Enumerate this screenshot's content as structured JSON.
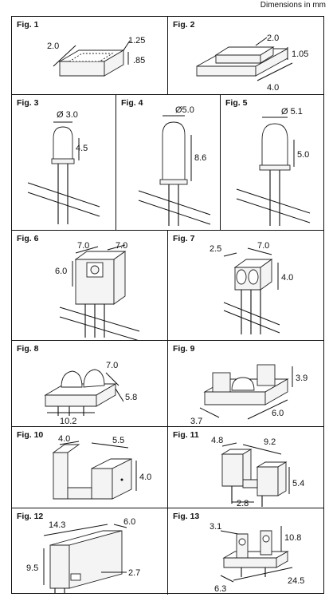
{
  "header": "Dimensions in mm",
  "figures": [
    {
      "label": "Fig. 1",
      "dims": [
        "2.0",
        "1.25",
        ".85"
      ]
    },
    {
      "label": "Fig. 2",
      "dims": [
        "2.0",
        "1.05",
        "4.0"
      ]
    },
    {
      "label": "Fig. 3",
      "dims": [
        "Ø 3.0",
        "4.5"
      ]
    },
    {
      "label": "Fig. 4",
      "dims": [
        "Ø5.0",
        "8.6"
      ]
    },
    {
      "label": "Fig. 5",
      "dims": [
        "Ø 5.1",
        "5.0"
      ]
    },
    {
      "label": "Fig. 6",
      "dims": [
        "7.0",
        "7.0",
        "6.0"
      ]
    },
    {
      "label": "Fig. 7",
      "dims": [
        "2.5",
        "7.0",
        "4.0"
      ]
    },
    {
      "label": "Fig. 8",
      "dims": [
        "7.0",
        "5.8",
        "10.2"
      ]
    },
    {
      "label": "Fig. 9",
      "dims": [
        "3.9",
        "3.7",
        "6.0"
      ]
    },
    {
      "label": "Fig. 10",
      "dims": [
        "4.0",
        "5.5",
        "4.0"
      ]
    },
    {
      "label": "Fig. 11",
      "dims": [
        "4.8",
        "9.2",
        "5.4",
        "2.8"
      ]
    },
    {
      "label": "Fig. 12",
      "dims": [
        "14.3",
        "6.0",
        "9.5",
        "2.7"
      ]
    },
    {
      "label": "Fig. 13",
      "dims": [
        "3.1",
        "10.8",
        "24.5",
        "6.3"
      ]
    }
  ]
}
